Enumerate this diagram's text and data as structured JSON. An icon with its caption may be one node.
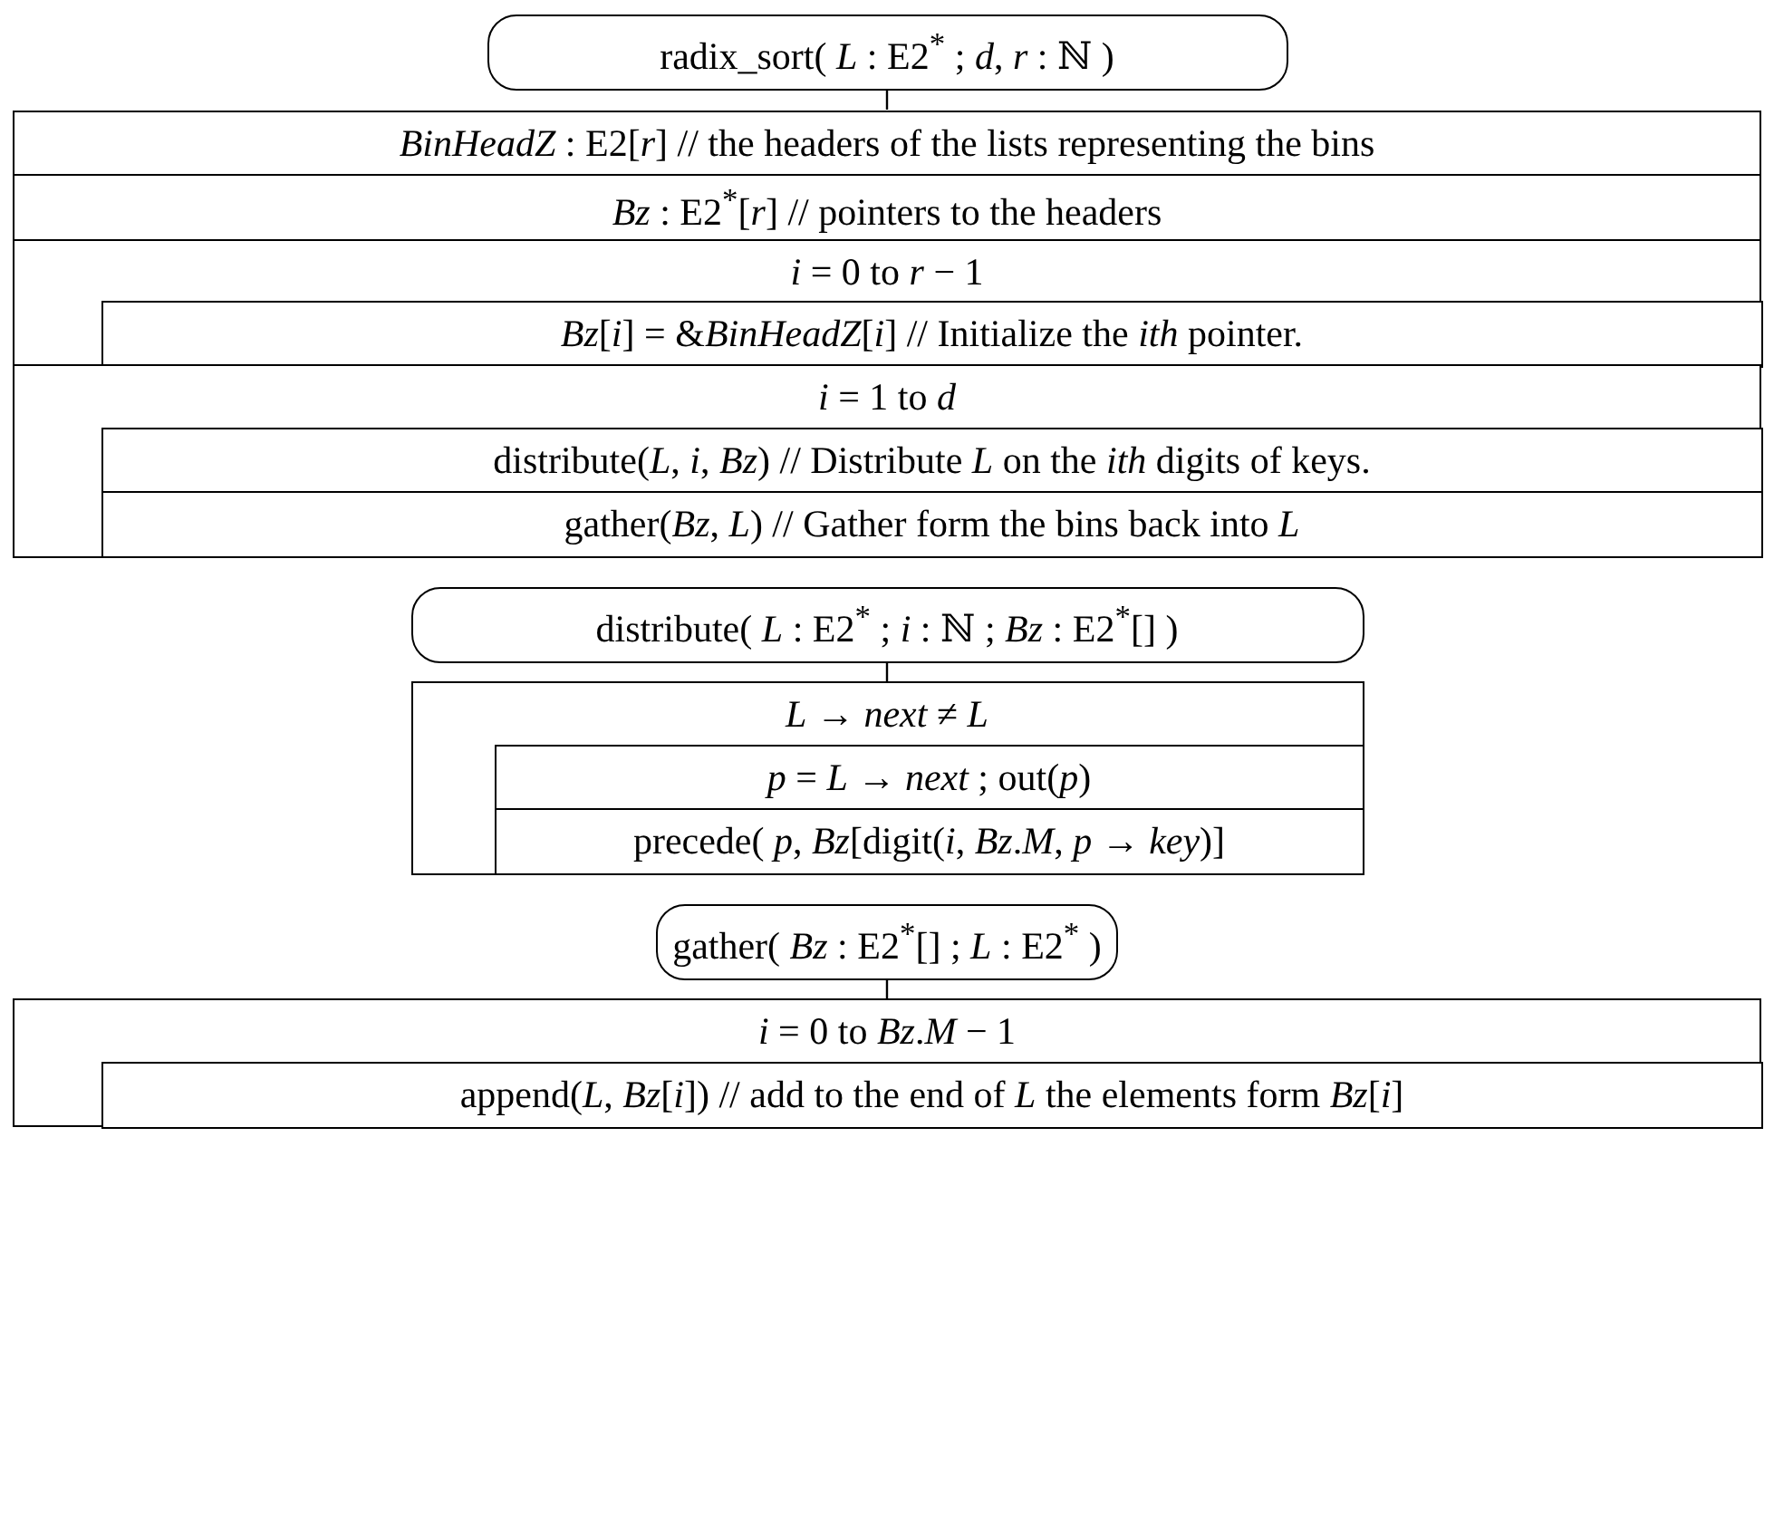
{
  "diagram": {
    "nodes": [
      {
        "text": [
          "radix_sort( *L* : E2$^{*}$ ; *d*, *r* : ℕ )"
        ]
      },
      {
        "text": [
          "*BinHeadZ* : E2[*r*] // the headers of the lists representing the bins"
        ]
      },
      {
        "text": [
          "*Bz* : E2$^{*}$[*r*] // pointers to the headers"
        ]
      },
      {
        "text": [
          "*i* = 0 to *r* − 1"
        ]
      },
      {
        "text": [
          "*Bz*[*i*] = &*BinHeadZ*[*i*] // Initialize the *ith* pointer."
        ],
        "in": 3
      },
      {
        "text": [
          "*i* = 1 to *d*"
        ]
      },
      {
        "text": [
          "distribute(*L*, *i*, *Bz*) // Distribute *L* on the *ith* digits of keys."
        ],
        "in": 5
      },
      {
        "text": [
          "gather(*Bz*, *L*) // Gather form the bins back into *L*"
        ],
        "in": 5
      },
      {
        "text": [
          "distribute( *L* : E2$^{*}$ ; *i* : ℕ ; *Bz* : E2$^{*}$[] )"
        ]
      },
      {
        "text": [
          "*L* → *next* ≠ *L*"
        ]
      },
      {
        "text": [
          "*p* = *L* → *next* ; out(*p*)"
        ],
        "in": 9
      },
      {
        "text": [
          "precede( *p*, *Bz*[digit(*i*, *Bz*.*M*, *p* → *key*)]"
        ],
        "in": 9
      },
      {
        "text": [
          "gather( *Bz* : E2$^{*}$[] ; *L* : E2$^{*}$ )"
        ]
      },
      {
        "text": [
          "*i* = 0 to *Bz*.*M* − 1"
        ]
      },
      {
        "text": [
          "append(*L*, *Bz*[*i*]) // add to the end of *L* the elements form *Bz*[*i*]"
        ],
        "in": 13
      }
    ],
    "edges": [
      {
        "from": 0,
        "to": 1,
        "arrow": "none"
      },
      {
        "from": 8,
        "to": 9,
        "arrow": "none"
      },
      {
        "from": 12,
        "to": 13,
        "arrow": "none"
      }
    ]
  }
}
